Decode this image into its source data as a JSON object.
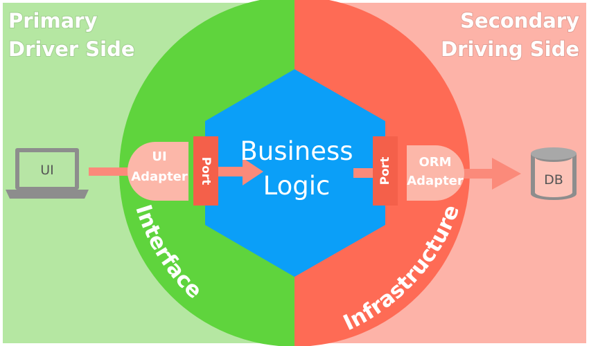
{
  "primary_side": {
    "line1": "Primary",
    "line2": "Driver Side"
  },
  "secondary_side": {
    "line1": "Secondary",
    "line2": "Driving Side"
  },
  "core": {
    "line1": "Business",
    "line2": "Logic"
  },
  "ui_device": {
    "label": "UI"
  },
  "db_device": {
    "label": "DB"
  },
  "ui_adapter": {
    "line1": "UI",
    "line2": "Adapter"
  },
  "orm_adapter": {
    "line1": "ORM",
    "line2": "Adapter"
  },
  "left_port": {
    "label": "Port"
  },
  "right_port": {
    "label": "Port"
  },
  "left_ring": {
    "label": "Interface"
  },
  "right_ring": {
    "label": "Infrastructure"
  },
  "colors": {
    "left_background": "#b5e7a2",
    "right_background": "#fdb3a8",
    "left_ring": "#5fd43d",
    "right_ring": "#fe6b55",
    "hexagon": "#0b9ff8",
    "port": "#f4604a",
    "adapter": "#fcb7a9",
    "device": "#8d8d8d"
  }
}
